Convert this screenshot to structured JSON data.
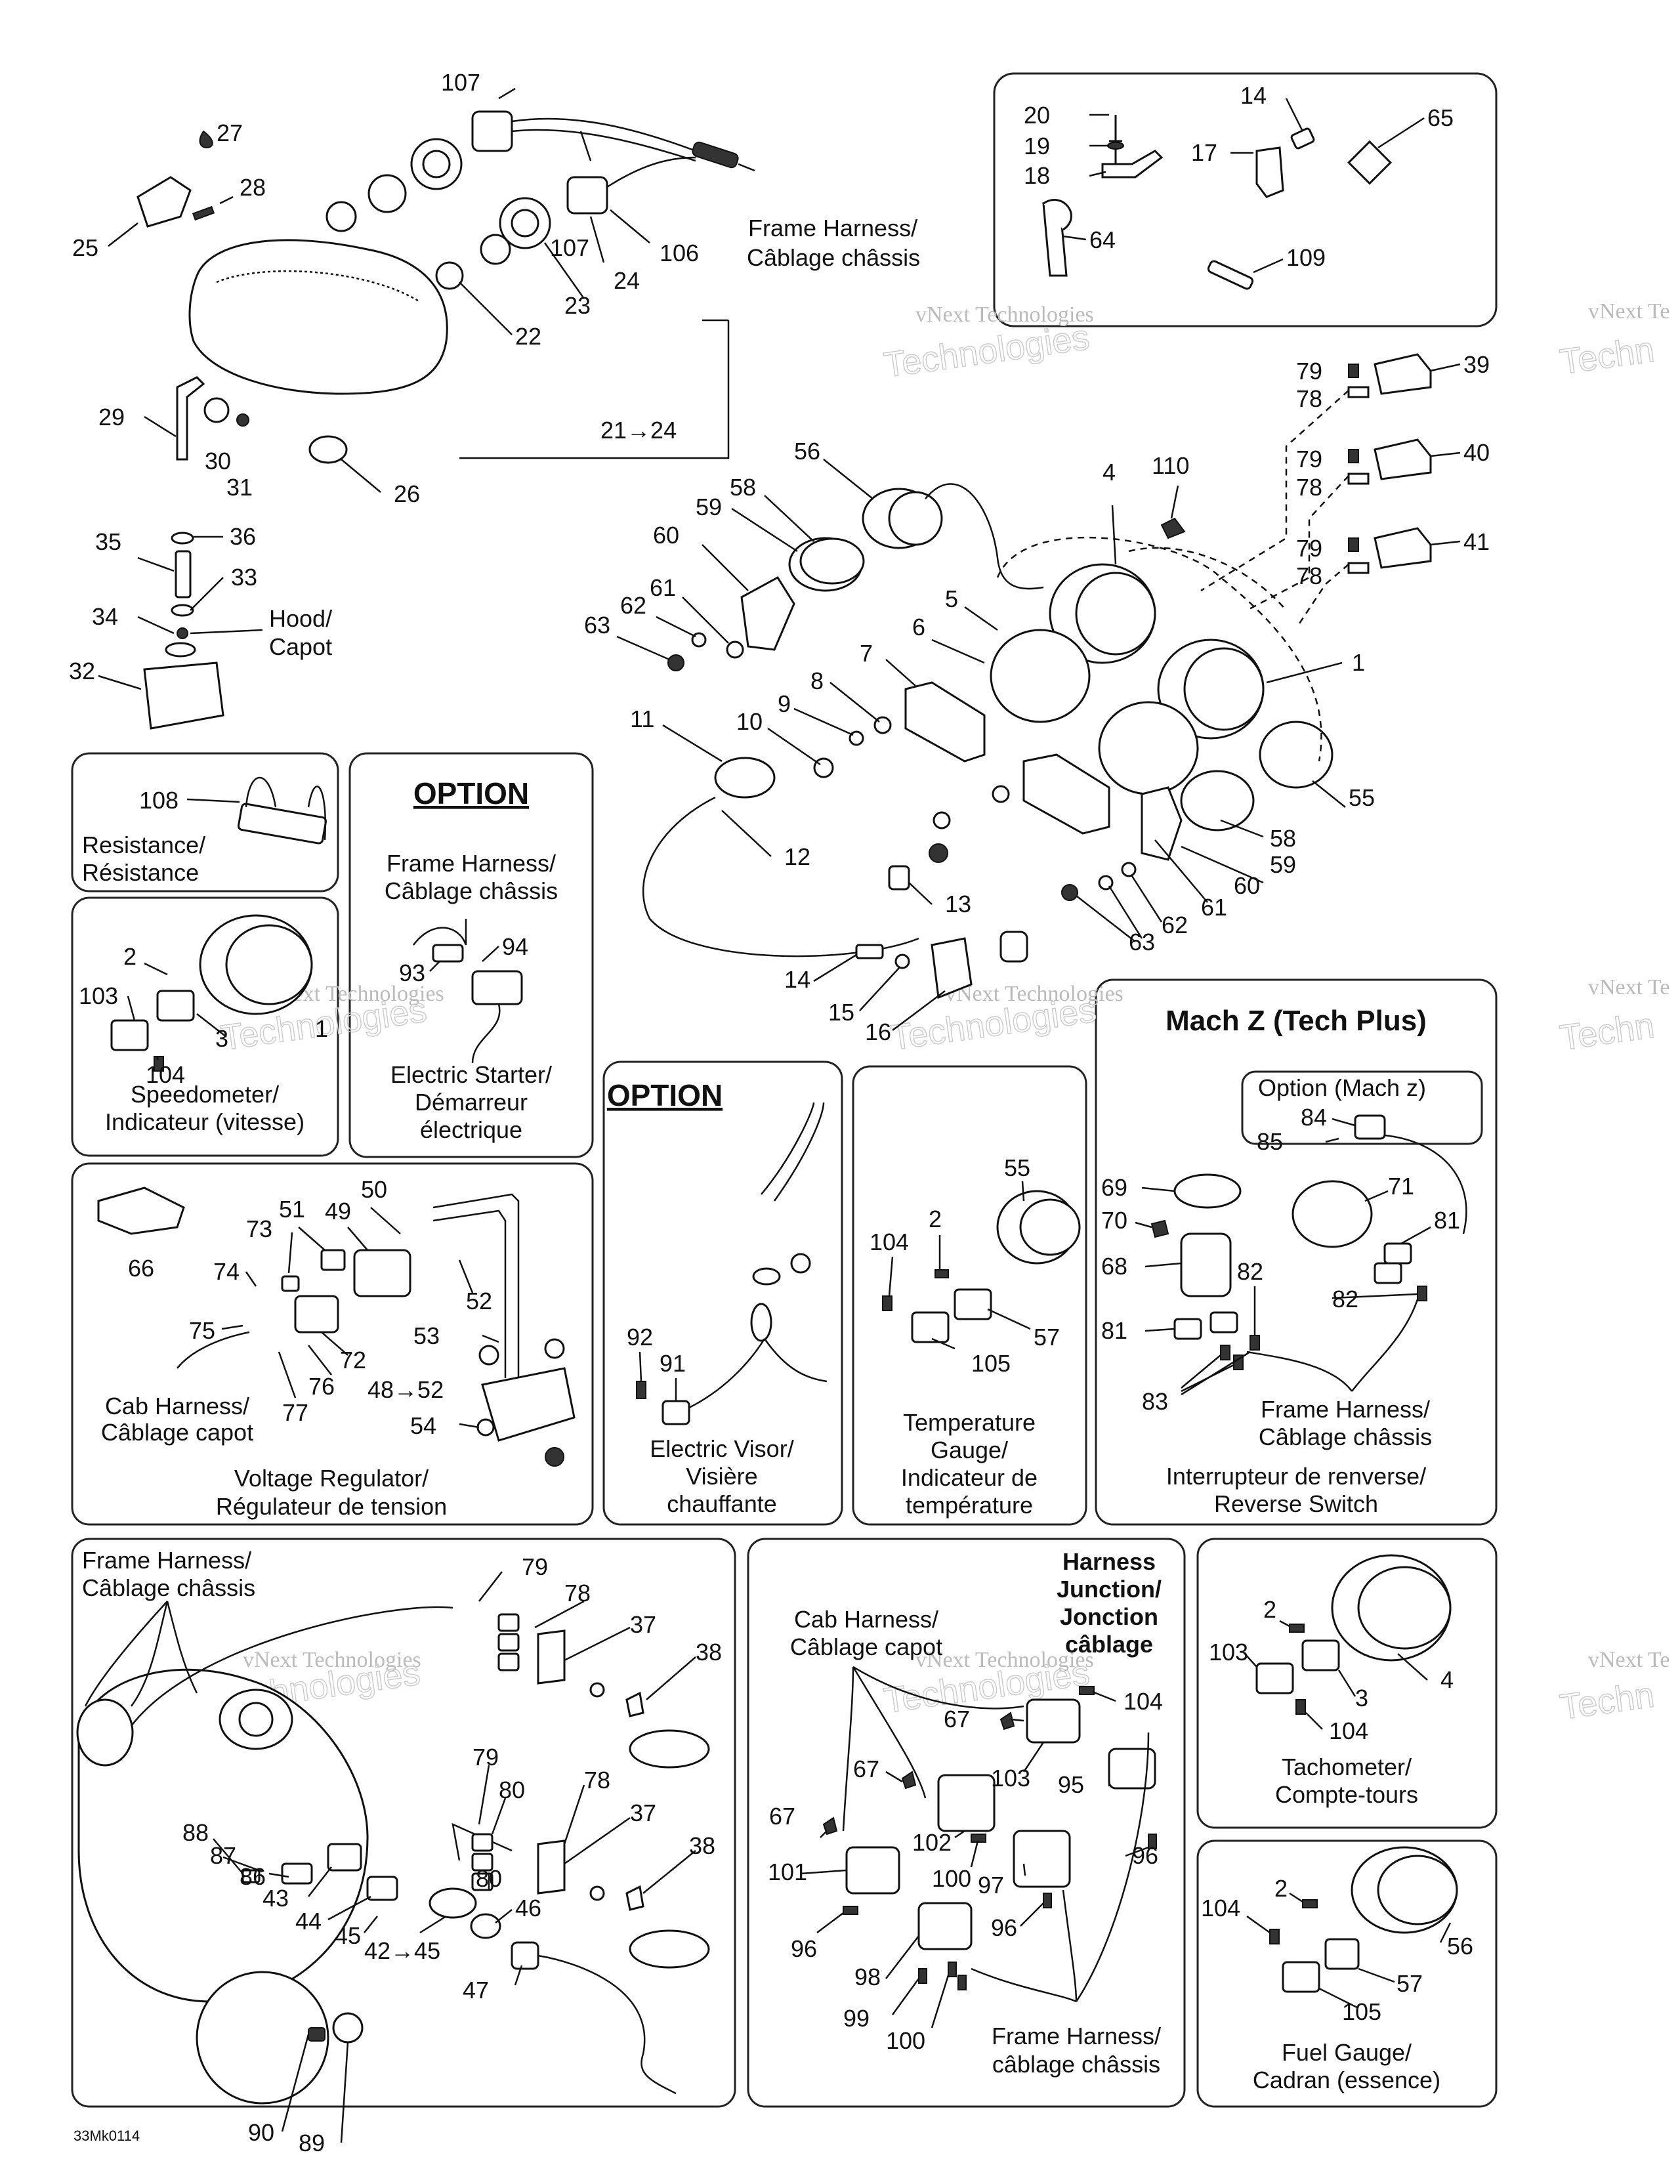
{
  "diagram_code": "33Mk0114",
  "watermark": "vNext Technologies",
  "labels": {
    "frame_harness": "Frame Harness/",
    "cablage_chassis": "Câblage châssis",
    "cablage_chassis_lower": "câblage châssis",
    "cab_harness": "Cab Harness/",
    "cablage_capot": "Câblage capot",
    "hood": "Hood/",
    "capot": "Capot",
    "range_21_24": "21→24",
    "range_48_52": "48→52",
    "range_42_45": "42→45"
  },
  "panels": {
    "resistance": {
      "line1": "Resistance/",
      "line2": "Résistance"
    },
    "option_starter": {
      "heading": "OPTION",
      "top1": "Frame Harness/",
      "top2": "Câblage châssis",
      "line1": "Electric Starter/",
      "line2": "Démarreur",
      "line3": "électrique"
    },
    "speedometer": {
      "line1": "Speedometer/",
      "line2": "Indicateur (vitesse)"
    },
    "voltage": {
      "line1": "Voltage Regulator/",
      "line2": "Régulateur de tension"
    },
    "option_visor": {
      "heading": "OPTION",
      "line1": "Electric Visor/",
      "line2": "Visière",
      "line3": "chauffante"
    },
    "temperature": {
      "line1": "Temperature",
      "line2": "Gauge/",
      "line3": "Indicateur de",
      "line4": "température"
    },
    "machz": {
      "heading": "Mach Z (Tech Plus)",
      "option": "Option (Mach z)",
      "line1": "Interrupteur de renverse/",
      "line2": "Reverse Switch"
    },
    "junction": {
      "h1": "Harness",
      "h2": "Junction/",
      "h3": "Jonction",
      "h4": "câblage"
    },
    "tachometer": {
      "line1": "Tachometer/",
      "line2": "Compte-tours"
    },
    "fuel": {
      "line1": "Fuel Gauge/",
      "line2": "Cadran (essence)"
    }
  },
  "callouts": {
    "n107": "107",
    "n27": "27",
    "n28": "28",
    "n25": "25",
    "n23": "23",
    "n24": "24",
    "n22": "22",
    "n106": "106",
    "n29": "29",
    "n30": "30",
    "n31": "31",
    "n26": "26",
    "n35": "35",
    "n36": "36",
    "n33": "33",
    "n34": "34",
    "n32": "32",
    "n20": "20",
    "n19": "19",
    "n18": "18",
    "n64": "64",
    "n14": "14",
    "n17": "17",
    "n65": "65",
    "n109": "109",
    "n79": "79",
    "n78": "78",
    "n39": "39",
    "n40": "40",
    "n41": "41",
    "n56": "56",
    "n58": "58",
    "n59": "59",
    "n60": "60",
    "n61": "61",
    "n62": "62",
    "n63": "63",
    "n4": "4",
    "n110": "110",
    "n5": "5",
    "n6": "6",
    "n1": "1",
    "n7": "7",
    "n8": "8",
    "n9": "9",
    "n10": "10",
    "n11": "11",
    "n12": "12",
    "n13": "13",
    "n55": "55",
    "n15": "15",
    "n16": "16",
    "n108": "108",
    "n94": "94",
    "n93": "93",
    "n2": "2",
    "n103": "103",
    "n3": "3",
    "n104": "104",
    "n66": "66",
    "n73": "73",
    "n51": "51",
    "n49": "49",
    "n50": "50",
    "n74": "74",
    "n75": "75",
    "n52": "52",
    "n53": "53",
    "n72": "72",
    "n76": "76",
    "n77": "77",
    "n54": "54",
    "n92": "92",
    "n91": "91",
    "n105": "105",
    "n57": "57",
    "n69": "69",
    "n70": "70",
    "n68": "68",
    "n81": "81",
    "n82": "82",
    "n83": "83",
    "n84": "84",
    "n85": "85",
    "n71": "71",
    "n37": "37",
    "n38": "38",
    "n80": "80",
    "n88": "88",
    "n87": "87",
    "n86": "86",
    "n43": "43",
    "n44": "44",
    "n45": "45",
    "n46": "46",
    "n47": "47",
    "n90": "90",
    "n89": "89",
    "n67": "67",
    "n95": "95",
    "n102": "102",
    "n101": "101",
    "n100": "100",
    "n97": "97",
    "n96": "96",
    "n98": "98",
    "n99": "99"
  }
}
